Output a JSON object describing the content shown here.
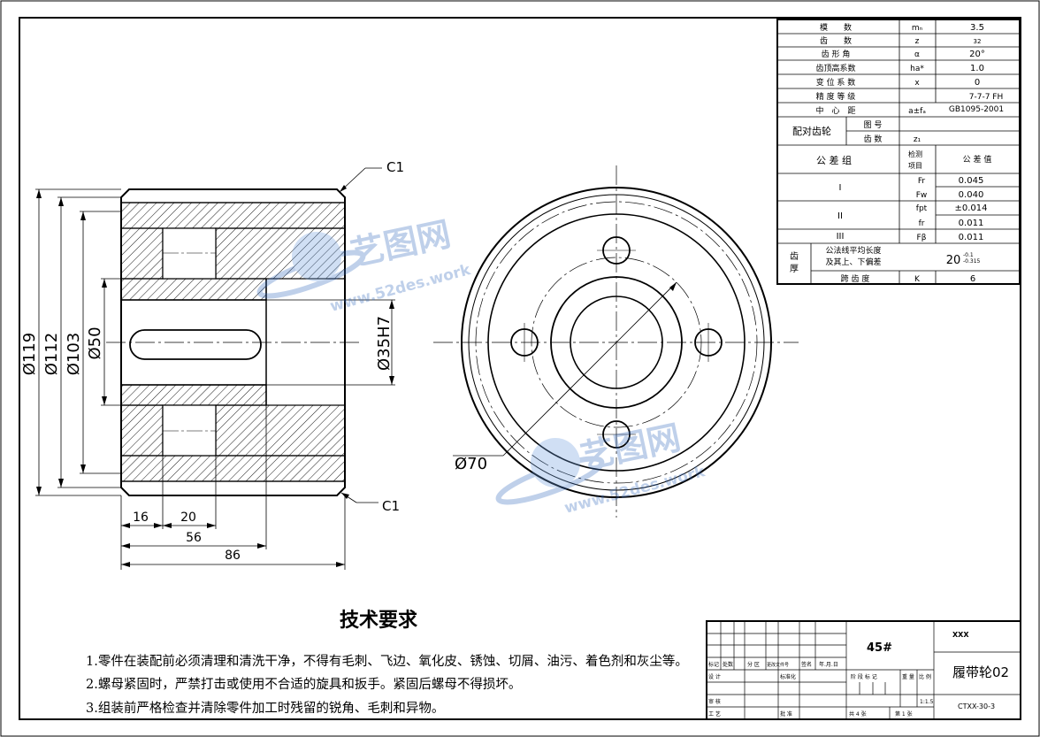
{
  "params": [
    {
      "name": "模　　数",
      "symbol": "mₙ",
      "value": "3.5"
    },
    {
      "name": "齿　　数",
      "symbol": "z",
      "value": "32"
    },
    {
      "name": "齿 形 角",
      "symbol": "α",
      "value": "20°"
    },
    {
      "name": "齿顶高系数",
      "symbol": "ha*",
      "value": "1.0"
    },
    {
      "name": "变 位 系 数",
      "symbol": "x",
      "value": "0"
    },
    {
      "name": "精 度 等 级",
      "symbol": "",
      "value": "7-7-7 FH"
    },
    {
      "name": "中　心　距",
      "symbol": "a±fₐ",
      "value": "GB1095-2001"
    }
  ],
  "mating_gear": {
    "label": "配对齿轮",
    "rows": [
      {
        "name": "图 号",
        "symbol": "",
        "value": ""
      },
      {
        "name": "齿 数",
        "symbol": "z₁",
        "value": ""
      }
    ]
  },
  "tolerance": {
    "label": "公 差 组",
    "item_label": "检测\n项目",
    "value_label": "公 差 值",
    "groups": [
      {
        "group": "I",
        "items": [
          {
            "symbol": "Fr",
            "value": "0.045"
          },
          {
            "symbol": "Fw",
            "value": "0.040"
          }
        ]
      },
      {
        "group": "II",
        "items": [
          {
            "symbol": "fpt",
            "value": "±0.014"
          },
          {
            "symbol": "fr",
            "value": "0.011"
          }
        ]
      },
      {
        "group": "III",
        "items": [
          {
            "symbol": "Fβ",
            "value": "0.011"
          }
        ]
      }
    ]
  },
  "tooth_thickness": {
    "label": "齿\n厚",
    "desc1": "公法线平均长度",
    "desc2": "及其上、下偏差",
    "value": "20",
    "dev_upper": "-0.1",
    "dev_lower": "-0.315",
    "span_label": "跨 齿 度",
    "span_symbol": "K",
    "span_value": "6"
  },
  "dimensions": {
    "d119": "Ø119",
    "d112": "Ø112",
    "d103": "Ø103",
    "d50": "Ø50",
    "d35": "Ø35H7",
    "d70": "Ø70",
    "l16": "16",
    "l20": "20",
    "l56": "56",
    "l86": "86",
    "c1_top": "C1",
    "c1_bottom": "C1"
  },
  "watermark": {
    "brand": "艺图网",
    "url": "www.52des.work"
  },
  "tech": {
    "title": "技术要求",
    "items": [
      "1.零件在装配前必须清理和清洗干净，不得有毛刺、飞边、氧化皮、锈蚀、切屑、油污、着色剂和灰尘等。",
      "2.螺母紧固时，严禁打击或使用不合适的旋具和扳手。紧固后螺母不得损坏。",
      "3.组装前严格检查并清除零件加工时残留的锐角、毛刺和异物。"
    ]
  },
  "title_block": {
    "material": "45#",
    "company": "XXX",
    "part_name": "履带轮02",
    "drawing_no": "CTXX-30-3",
    "scale": "1:1.5",
    "labels": {
      "mark": "标记",
      "count": "处数",
      "zone": "分 区",
      "change": "更改文件号",
      "sign": "签名",
      "date": "年.月.日",
      "design": "设 计",
      "standard": "标准化",
      "stage": "阶 段 标 记",
      "weight": "重 量",
      "ratio": "比 例",
      "review": "审 核",
      "process": "工 艺",
      "approve": "批 准",
      "sheets": "共 4 张",
      "sheet": "第 1 张"
    }
  }
}
